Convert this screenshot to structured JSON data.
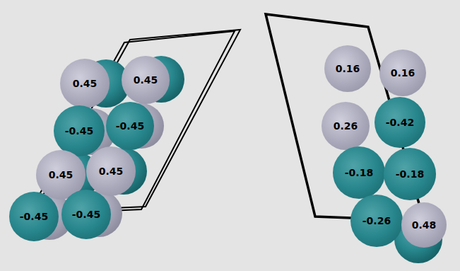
{
  "diagram": {
    "nodes": [
      {
        "text": [
          "0.45"
        ]
      },
      {
        "text": [
          "0.45"
        ]
      },
      {
        "text": [
          "-0.45"
        ]
      },
      {
        "text": [
          "-0.45"
        ]
      },
      {
        "text": [
          "0.45"
        ]
      },
      {
        "text": [
          "0.45"
        ]
      },
      {
        "text": [
          "-0.45"
        ]
      },
      {
        "text": [
          "-0.45"
        ]
      },
      {
        "text": [
          "0.16"
        ]
      },
      {
        "text": [
          "0.16"
        ]
      },
      {
        "text": [
          "0.26"
        ]
      },
      {
        "text": [
          "-0.42"
        ]
      },
      {
        "text": [
          "-0.18"
        ]
      },
      {
        "text": [
          "-0.18"
        ]
      },
      {
        "text": [
          "-0.26"
        ]
      },
      {
        "text": [
          "0.48"
        ]
      }
    ]
  }
}
